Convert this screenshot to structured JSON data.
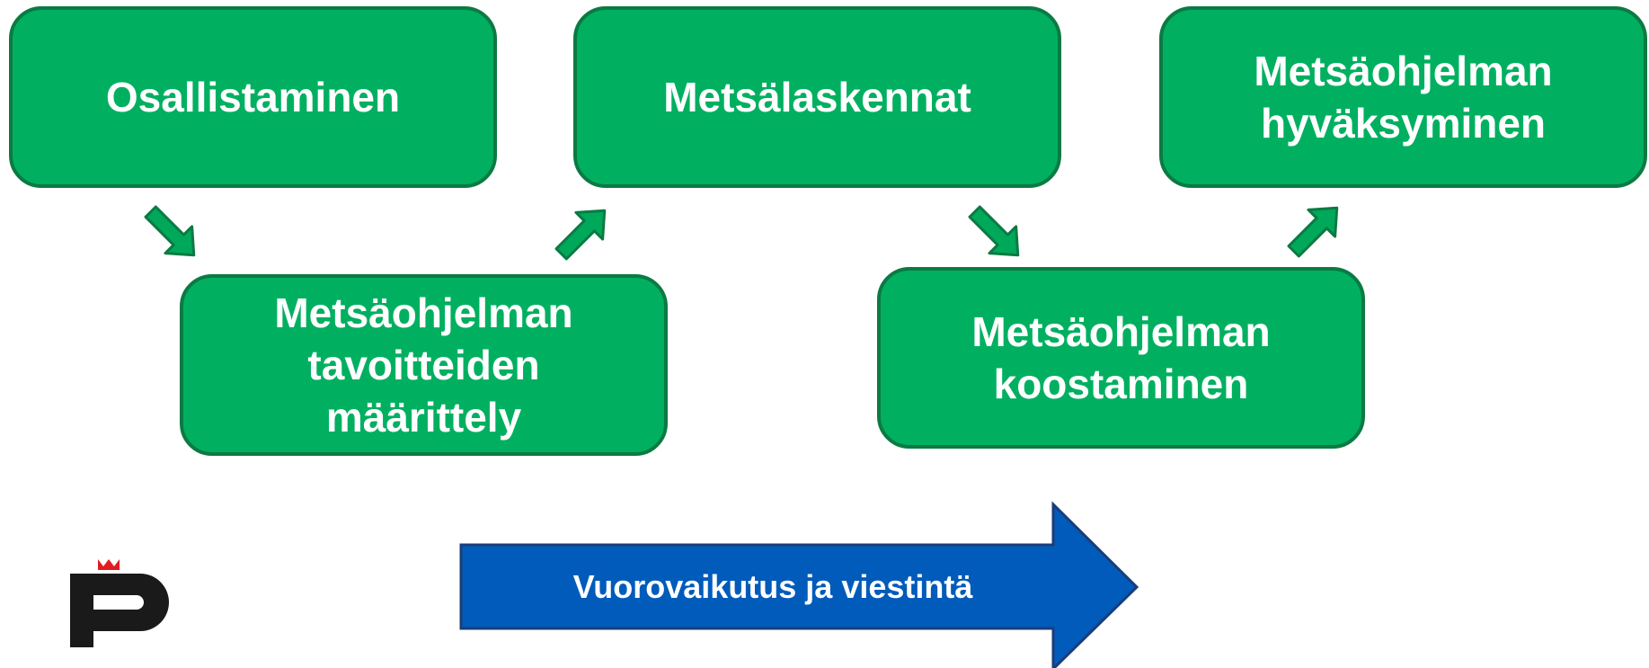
{
  "steps": {
    "step1": {
      "lines": [
        "Osallistaminen"
      ]
    },
    "step2": {
      "lines": [
        "Metsälaskennat"
      ]
    },
    "step3": {
      "lines": [
        "Metsäohjelman",
        "hyväksyminen"
      ]
    },
    "step4": {
      "lines": [
        "Metsäohjelman",
        "tavoitteiden",
        "määrittely"
      ]
    },
    "step5": {
      "lines": [
        "Metsäohjelman",
        "koostaminen"
      ]
    }
  },
  "process_arrow": {
    "label": "Vuorovaikutus ja viestintä"
  },
  "colors": {
    "box_fill": "#00b060",
    "box_border": "#0b7a43",
    "arrow_fill": "#005bbb",
    "arrow_border": "#1a3d7a",
    "logo_dark": "#1a1a1a",
    "logo_crown": "#e01b22"
  },
  "icons": {
    "logo": "p-crown-logo"
  }
}
